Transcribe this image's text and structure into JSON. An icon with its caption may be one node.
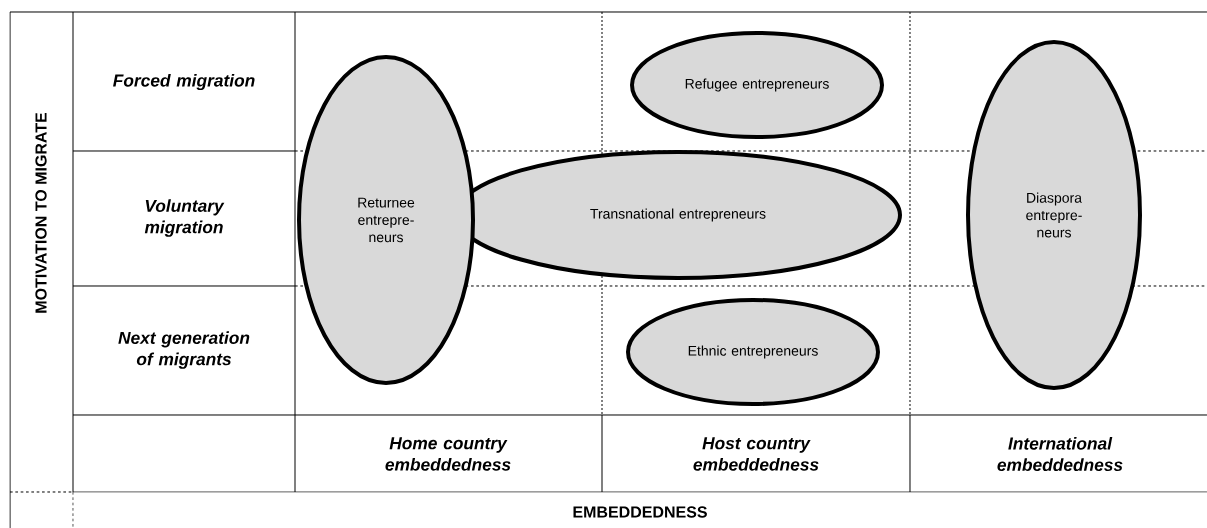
{
  "diagram": {
    "nodes": [
      {
        "text": [
          "Refugee entrepreneurs"
        ]
      },
      {
        "text": [
          "Returnee entrepre- neurs"
        ]
      },
      {
        "text": [
          "Transnational entrepreneurs"
        ]
      },
      {
        "text": [
          "Diaspora entrepre- neurs"
        ]
      },
      {
        "text": [
          "Ethnic entrepreneurs"
        ]
      }
    ],
    "labels": [
      "MOTIVATION TO MIGRATE",
      "Forced migration",
      "Voluntary migration",
      "Next generation of migrants",
      "Home country embeddedness",
      "Host country embeddedness",
      "International embeddedness",
      "EMBEDDEDNESS"
    ]
  }
}
